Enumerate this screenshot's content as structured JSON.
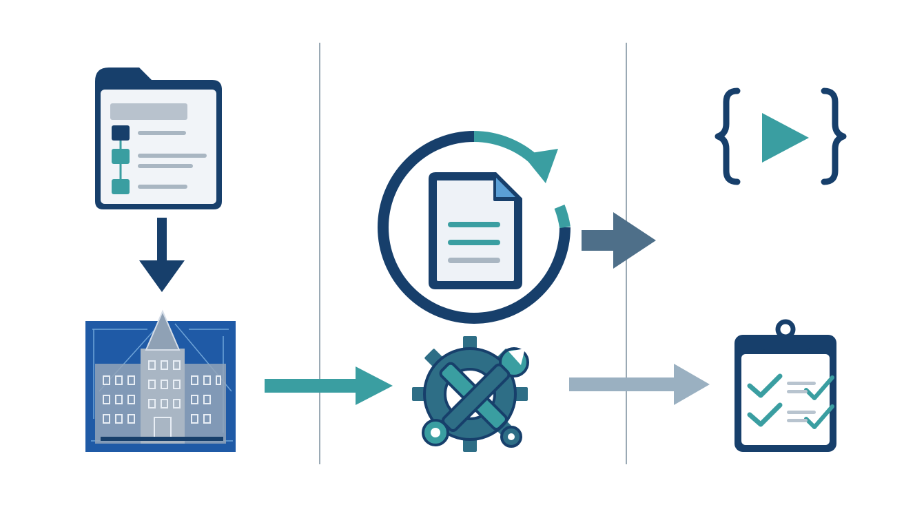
{
  "diagram": {
    "columns": [
      {
        "id": "source",
        "nodes": [
          {
            "name": "folder-tree-icon"
          },
          {
            "name": "building-blueprint-icon"
          }
        ],
        "connectors": [
          {
            "from": "folder-tree-icon",
            "to": "building-blueprint-icon",
            "direction": "down"
          }
        ]
      },
      {
        "id": "process",
        "nodes": [
          {
            "name": "document-sync-icon"
          },
          {
            "name": "gear-wrench-icon"
          }
        ]
      },
      {
        "id": "output",
        "nodes": [
          {
            "name": "code-play-icon"
          },
          {
            "name": "checklist-clipboard-icon"
          }
        ]
      }
    ],
    "flows": [
      {
        "from": "building-blueprint-icon",
        "to": "gear-wrench-icon",
        "color": "#3a9ea1"
      },
      {
        "from": "document-sync-icon",
        "to": "code-play-icon",
        "color": "#4e6f89"
      },
      {
        "from": "gear-wrench-icon",
        "to": "checklist-clipboard-icon",
        "color": "#9ab0c1"
      }
    ]
  },
  "colors": {
    "navy": "#173f6b",
    "teal": "#3a9ea1",
    "slate": "#4e6f89",
    "light_gray": "#9ab0c1",
    "blueprint": "#1f5aa6",
    "divider": "#9aa9b4"
  }
}
